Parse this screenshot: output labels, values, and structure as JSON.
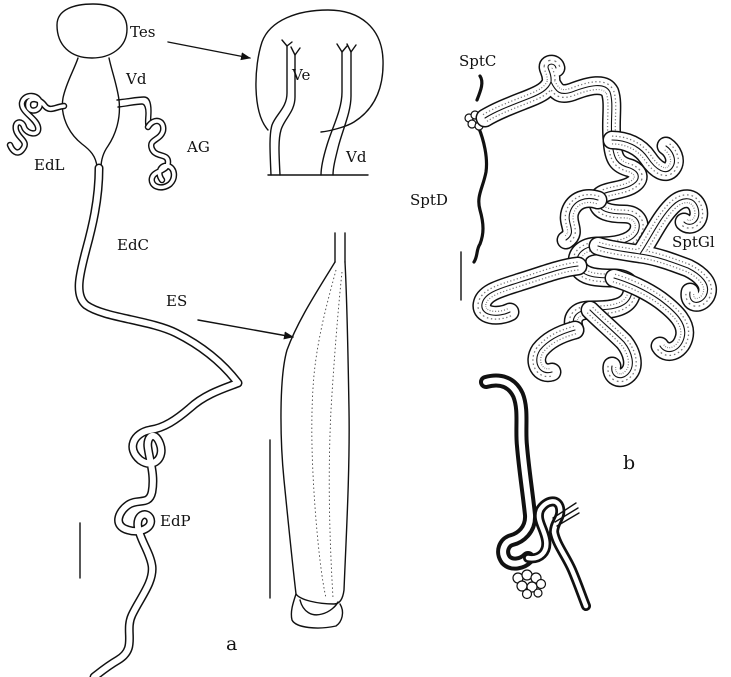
{
  "labels": {
    "tes": "Tes",
    "vd_left": "Vd",
    "ag": "AG",
    "edl": "EdL",
    "edc": "EdC",
    "es": "ES",
    "edp": "EdP",
    "ve": "Ve",
    "vd_inset": "Vd",
    "sptc": "SptC",
    "sptd": "SptD",
    "sptgl": "SptGl"
  },
  "panels": {
    "a": "a",
    "b": "b"
  }
}
